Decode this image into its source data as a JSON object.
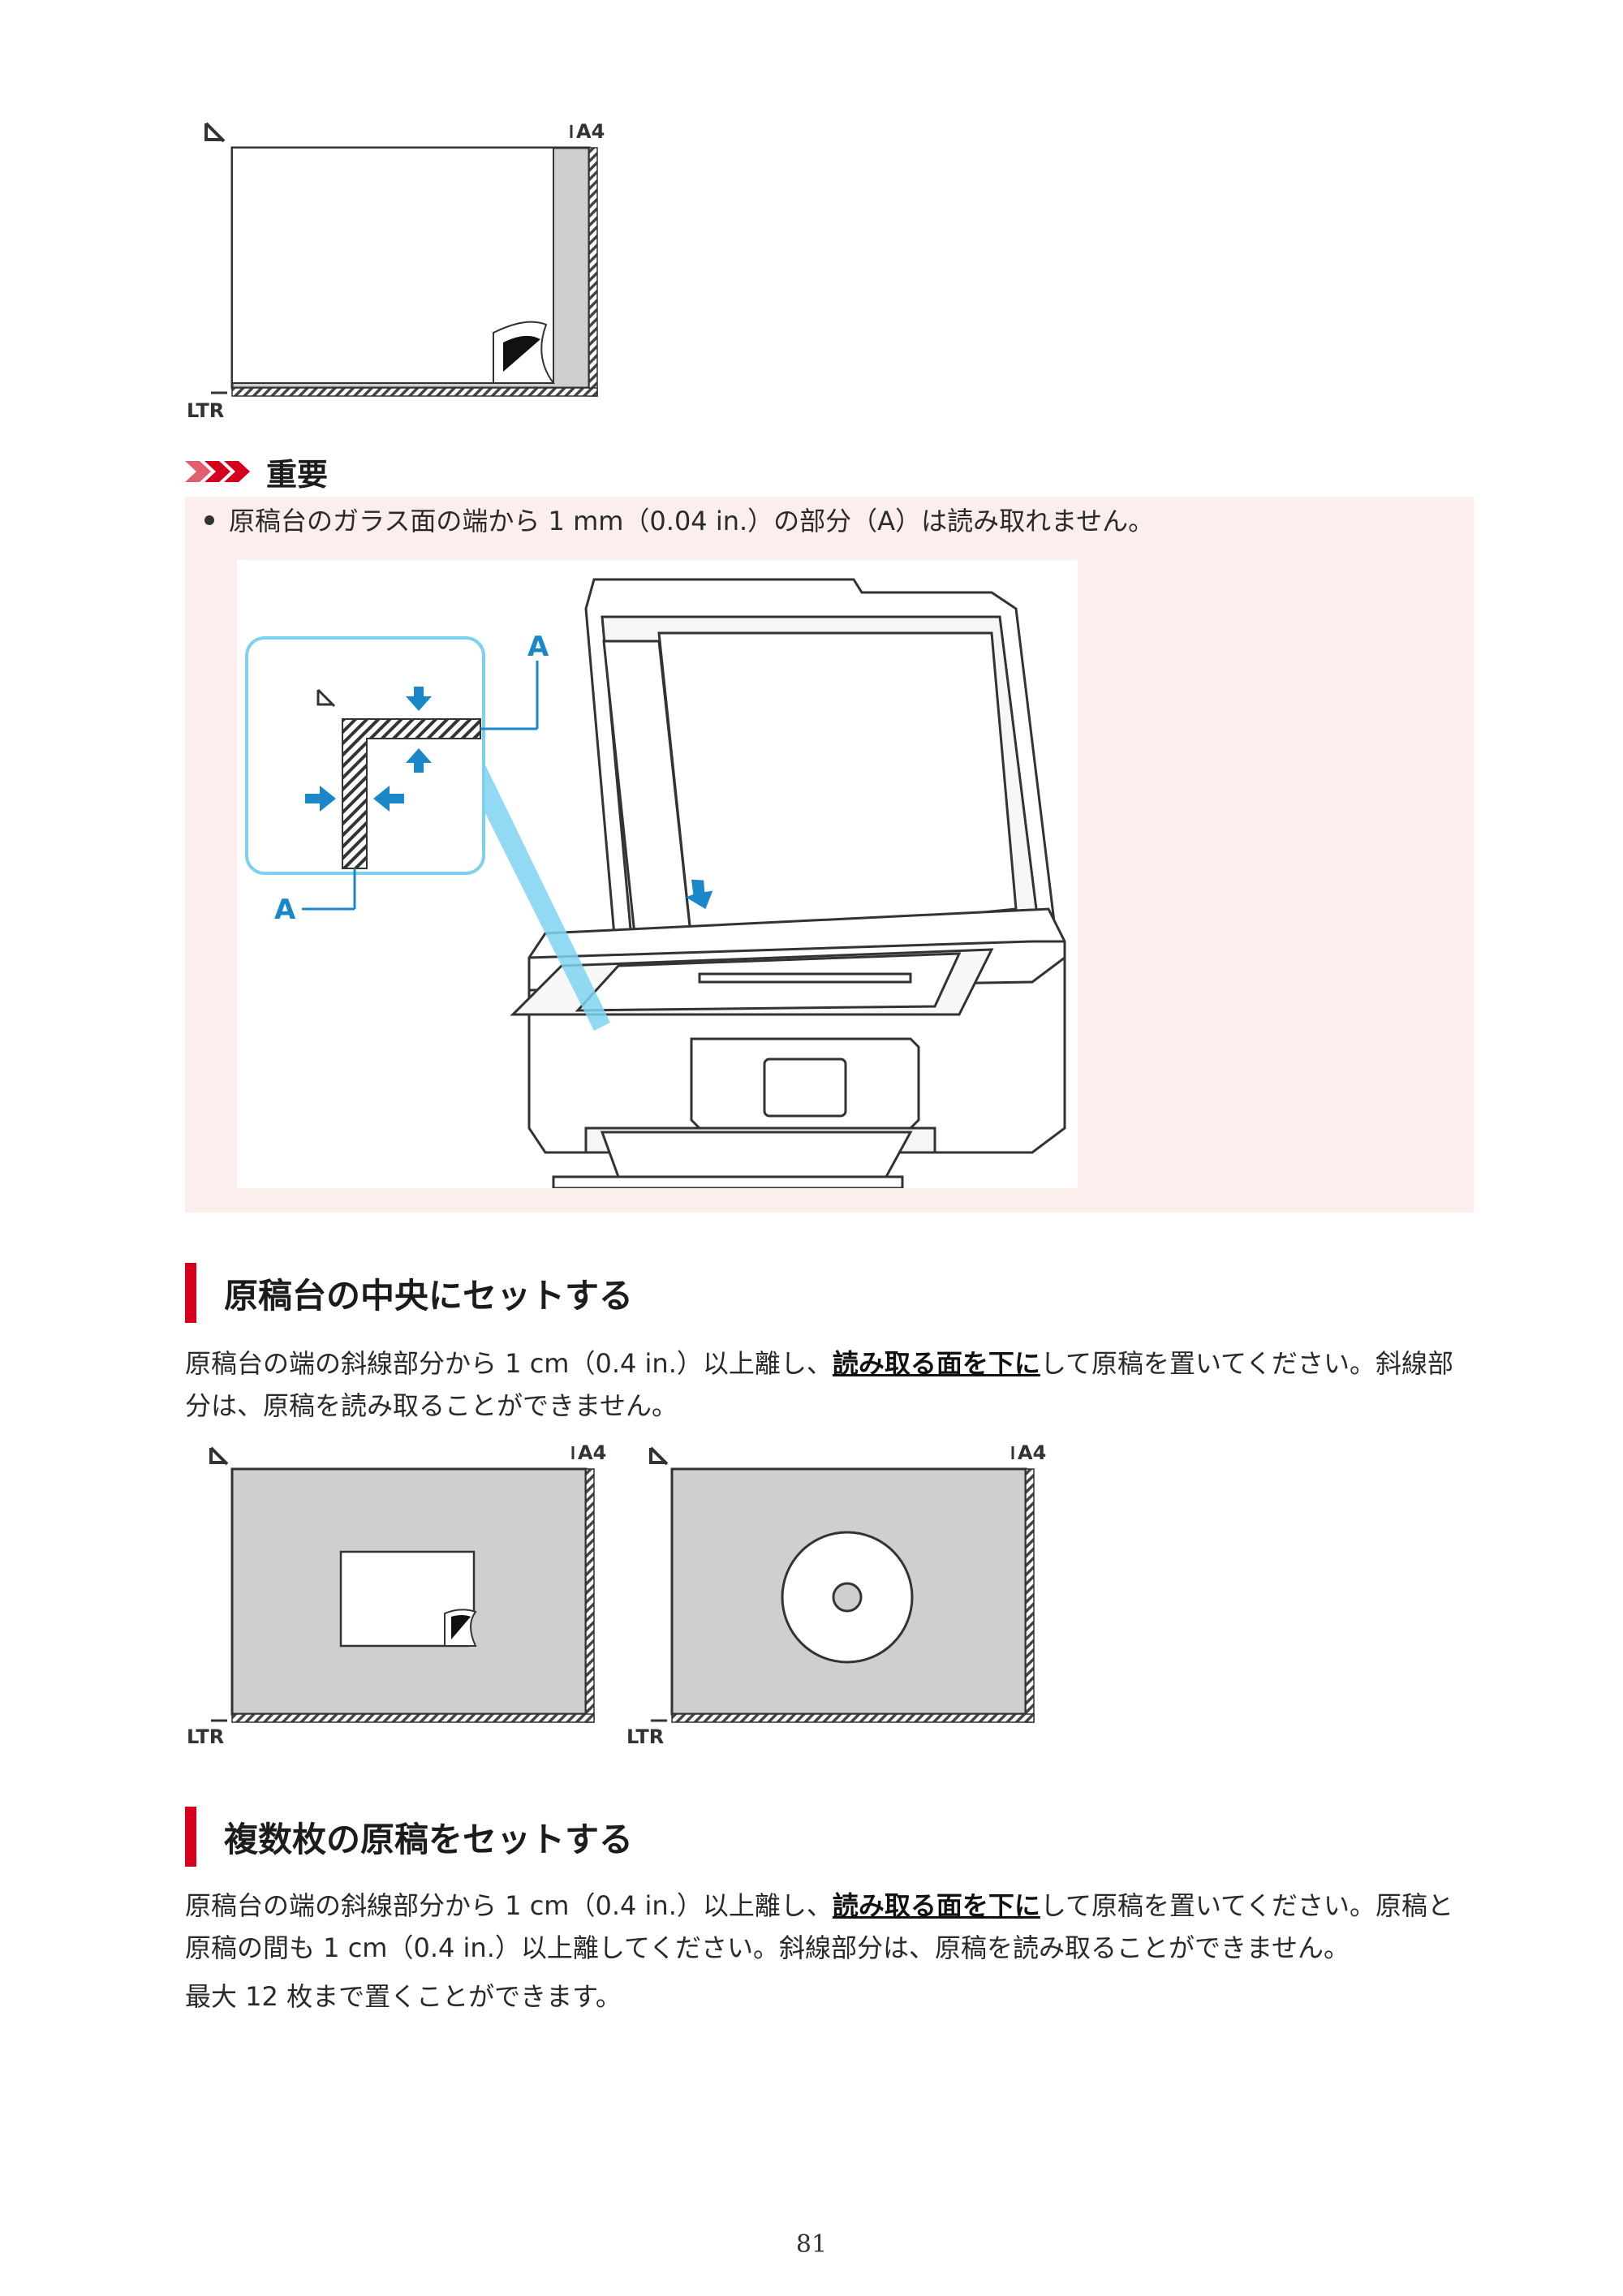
{
  "figures": {
    "platen_marks": {
      "a4": "A4",
      "ltr": "LTR",
      "callout": "A"
    }
  },
  "important": {
    "title": "重要",
    "bullet": "原稿台のガラス面の端から 1 mm（0.04 in.）の部分（A）は読み取れません。"
  },
  "section_center": {
    "heading": "原稿台の中央にセットする",
    "text_before": "原稿台の端の斜線部分から 1 cm（0.4 in.）以上離し、",
    "text_emphasis": "読み取る面を下に",
    "text_after": "して原稿を置いてください。斜線部分は、原稿を読み取ることができません。"
  },
  "section_multiple": {
    "heading": "複数枚の原稿をセットする",
    "text_before": "原稿台の端の斜線部分から 1 cm（0.4 in.）以上離し、",
    "text_emphasis": "読み取る面を下に",
    "text_after": "して原稿を置いてください。原稿と原稿の間も 1 cm（0.4 in.）以上離してください。斜線部分は、原稿を読み取ることができません。",
    "note": "最大 12 枚まで置くことができます。"
  },
  "page_number": "81",
  "colors": {
    "accent_red": "#d6001c",
    "important_bg": "#fdeeee",
    "callout_blue": "#1a87c9",
    "platen_gray": "#cfcfcf"
  }
}
